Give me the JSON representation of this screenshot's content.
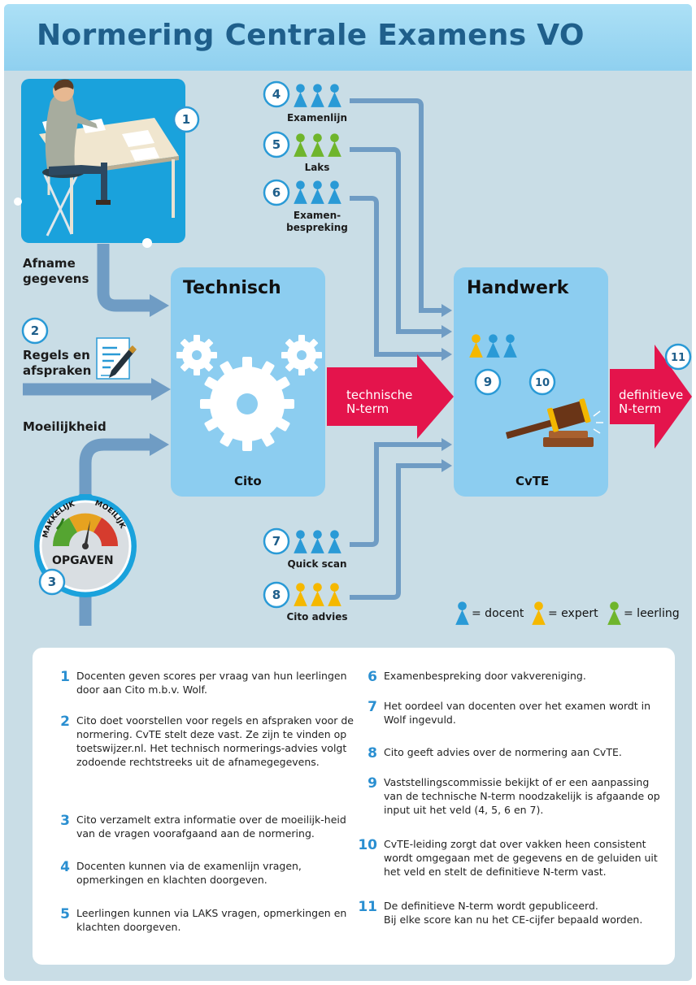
{
  "title": "Normering Centrale Examens VO",
  "labels": {
    "afname": "Afname\ngegevens",
    "regels": "Regels en\nafspraken",
    "moeilijkheid": "Moeilijkheid",
    "examenlijn": "Examenlijn",
    "laks": "Laks",
    "examenbespreking": "Examen-\nbespreking",
    "quickscan": "Quick scan",
    "citoadvies": "Cito advies"
  },
  "boxes": {
    "technisch": {
      "title": "Technisch",
      "footer": "Cito"
    },
    "handwerk": {
      "title": "Handwerk",
      "footer": "CvTE"
    }
  },
  "arrows": {
    "technische": "technische\nN-term",
    "definitieve": "definitieve\nN-term"
  },
  "gauge": {
    "left": "MAKKELIJK",
    "right": "MOEILIJK",
    "label": "OPGAVEN"
  },
  "badges": [
    "1",
    "2",
    "3",
    "4",
    "5",
    "6",
    "7",
    "8",
    "9",
    "10",
    "11"
  ],
  "legend": {
    "docent": "= docent",
    "expert": "= expert",
    "leerling": "= leerling"
  },
  "colors": {
    "docent": "#2a9ad6",
    "expert": "#f5b800",
    "leerling": "#6fb52c",
    "flow": "#6f9cc4",
    "box": "#8ccdf0",
    "accent": "#e4144c"
  },
  "items": [
    {
      "num": "1",
      "text": "Docenten geven scores per vraag van hun leerlingen door aan Cito m.b.v. Wolf."
    },
    {
      "num": "2",
      "text": "Cito doet voorstellen voor regels en afspraken voor de normering. CvTE stelt deze vast. Ze zijn te vinden op toetswijzer.nl. Het technisch normerings-advies volgt zodoende rechtstreeks uit de afnamegegevens."
    },
    {
      "num": "3",
      "text": "Cito verzamelt extra informatie over de moeilijk-heid van de vragen voorafgaand aan de normering."
    },
    {
      "num": "4",
      "text": "Docenten kunnen via de examenlijn vragen, opmerkingen en klachten doorgeven."
    },
    {
      "num": "5",
      "text": "Leerlingen kunnen via LAKS vragen, opmerkingen en klachten doorgeven."
    },
    {
      "num": "6",
      "text": "Examenbespreking door vakvereniging."
    },
    {
      "num": "7",
      "text": "Het oordeel van docenten over het examen wordt in Wolf ingevuld."
    },
    {
      "num": "8",
      "text": "Cito geeft  advies over de normering aan CvTE."
    },
    {
      "num": "9",
      "text": "Vaststellingscommissie bekijkt of er een aanpassing van de technische N-term noodzakelijk is afgaande op input uit het veld (4, 5, 6 en 7)."
    },
    {
      "num": "10",
      "text": "CvTE-leiding zorgt dat over vakken heen consistent wordt omgegaan met de gegevens en de geluiden uit het veld en stelt de definitieve N-term vast."
    },
    {
      "num": "11",
      "text": "De definitieve N-term wordt gepubliceerd.\nBij elke score kan nu het CE-cijfer bepaald worden."
    }
  ]
}
